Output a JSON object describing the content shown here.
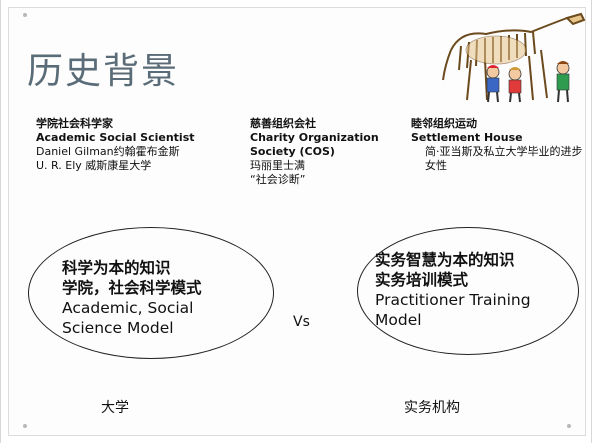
{
  "title": "历史背景",
  "columns": [
    {
      "head": "学院社会科学家",
      "sub": "Academic Social Scientist",
      "lines": [
        "Daniel Gilman约翰霍布金斯",
        "U. R. Ely 威斯康星大学"
      ]
    },
    {
      "head": "慈善组织会社",
      "sub": "Charity Organization Society (COS)",
      "lines": [
        "玛丽里士满",
        "“社会诊断”"
      ]
    },
    {
      "head": "睦邻组织运动",
      "sub": "Settlement House",
      "lines": [
        "简·亚当斯及私立大学毕业的进步女性"
      ]
    }
  ],
  "left_ellipse": {
    "line1": "科学为本的知识",
    "line2": "学院，社会科学模式",
    "line3": "Academic, Social",
    "line4": "Science Model"
  },
  "right_ellipse": {
    "line1": "实务智慧为本的知识",
    "line2": "实务培训模式",
    "line3": "Practitioner Training",
    "line4": "Model"
  },
  "vs": "Vs",
  "bottom_left": "大学",
  "bottom_right": "实务机构",
  "illustration": "dinosaur-skeleton-museum-icon",
  "colors": {
    "title": "#5a6c78",
    "panel_border": "#dcdcdc"
  }
}
